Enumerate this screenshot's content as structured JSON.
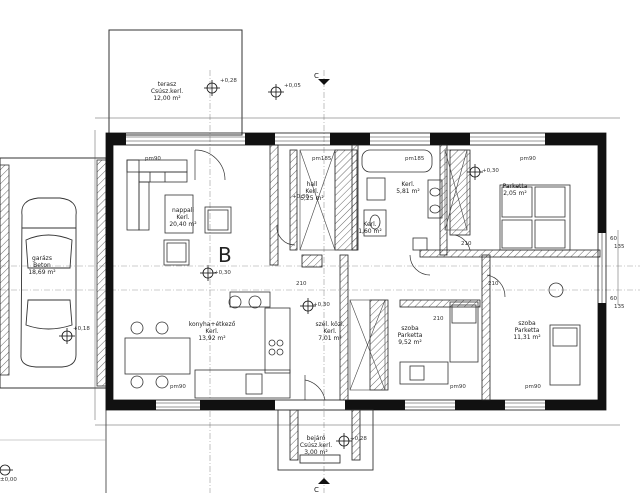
{
  "plan": {
    "block_letter": "B",
    "section_marker": "C",
    "rooms": [
      {
        "id": "terasz",
        "lines": [
          "terasz",
          "Csúsz.kerl.",
          "12,00 m²"
        ]
      },
      {
        "id": "nappali",
        "lines": [
          "nappali",
          "Kerl.",
          "20,40 m²"
        ]
      },
      {
        "id": "hall",
        "lines": [
          "hall",
          "Kerl.",
          "5,25 m²"
        ]
      },
      {
        "id": "furdo",
        "lines": [
          "Kerl.",
          "5,81 m²"
        ]
      },
      {
        "id": "wc",
        "lines": [
          "Kerl.",
          "1,60 m²"
        ]
      },
      {
        "id": "szoba1",
        "lines": [
          "Parketta",
          "2,05 m²"
        ]
      },
      {
        "id": "garazs",
        "lines": [
          "garázs",
          "Beton",
          "18,69 m²"
        ]
      },
      {
        "id": "konyha",
        "lines": [
          "konyha+étkező",
          "Kerl.",
          "13,92 m²"
        ]
      },
      {
        "id": "szel",
        "lines": [
          "szél. közl.",
          "Kerl.",
          "7,01 m²"
        ]
      },
      {
        "id": "szoba2",
        "lines": [
          "szoba",
          "Parketta",
          "9,52 m²"
        ]
      },
      {
        "id": "szoba3",
        "lines": [
          "szoba",
          "Parketta",
          "11,31 m²"
        ]
      },
      {
        "id": "bejaro",
        "lines": [
          "bejáró",
          "Csúsz.kerl.",
          "3,00 m²"
        ]
      }
    ],
    "levels": [
      {
        "id": "terasz-level",
        "text": "+0,28"
      },
      {
        "id": "top-level",
        "text": "+0,05"
      },
      {
        "id": "hall-level",
        "text": "+0,30"
      },
      {
        "id": "szoba-level",
        "text": "+0,30"
      },
      {
        "id": "center-level",
        "text": "+0,30"
      },
      {
        "id": "szel-level",
        "text": "+0,30"
      },
      {
        "id": "garage-level",
        "text": "+0,18"
      },
      {
        "id": "entry-level",
        "text": "+0,28"
      },
      {
        "id": "zero-level",
        "text": "±0,00"
      }
    ],
    "marks": {
      "pm185a": "pm185",
      "pm185b": "pm185",
      "pm90a": "pm90",
      "pm90b": "pm90",
      "pm90c": "pm90",
      "pm90d": "pm90",
      "pm90e": "pm90",
      "d60a": "60",
      "d135a": "135",
      "d60b": "60",
      "d135b": "135",
      "d210a": "210",
      "d210b": "210",
      "d210c": "210",
      "d210d": "210"
    }
  }
}
